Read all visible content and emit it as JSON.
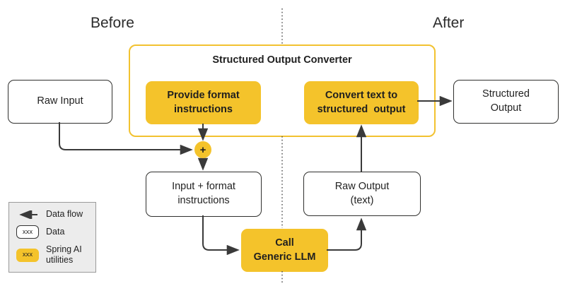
{
  "headers": {
    "before": "Before",
    "after": "After"
  },
  "container": {
    "title": "Structured Output Converter"
  },
  "boxes": {
    "raw_input": {
      "label": "Raw Input"
    },
    "provide_format": {
      "line1": "Provide format",
      "line2": "instructions"
    },
    "convert_text": {
      "line1": "Convert text to",
      "line2": "structured  output"
    },
    "structured_output": {
      "line1": "Structured",
      "line2": "Output"
    },
    "input_format": {
      "line1": "Input + format",
      "line2": "instructions"
    },
    "raw_output": {
      "line1": "Raw Output",
      "line2": "(text)"
    },
    "call_llm": {
      "line1": "Call",
      "line2": "Generic LLM"
    }
  },
  "plus_symbol": "+",
  "legend": {
    "data_flow_label": "Data flow",
    "data_sample": "xxx",
    "data_label": "Data",
    "utilities_sample": "xxx",
    "utilities_line1": "Spring AI",
    "utilities_line2": "utilities"
  },
  "colors": {
    "accent_yellow": "#f4c32b",
    "container_border_yellow": "#f2c230",
    "box_border_dark": "#30302e",
    "arrow_dark": "#3a3a3a",
    "legend_background": "#ececec",
    "text": "#222222"
  }
}
